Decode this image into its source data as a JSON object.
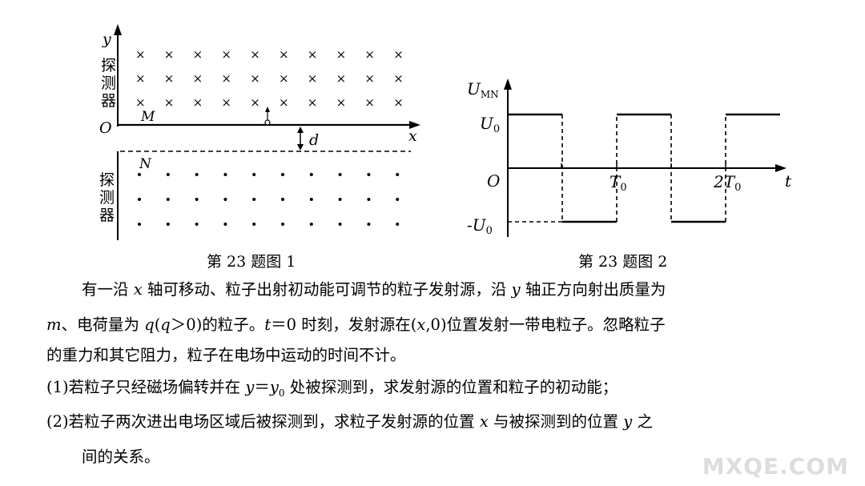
{
  "figure1": {
    "axis_y": "y",
    "axis_x": "x",
    "origin": "O",
    "plate_top": "M",
    "plate_bottom": "N",
    "gap_label": "d",
    "detector_top": "探测器",
    "detector_bottom": "探测器",
    "caption": "第 23 题图 1"
  },
  "figure2": {
    "y_axis_label": "U",
    "y_axis_sub": "MN",
    "u0": "U",
    "u0_sub": "0",
    "neg_u0": "-U",
    "neg_u0_sub": "0",
    "origin": "O",
    "t0": "T",
    "t0_sub": "0",
    "two_t0": "2T",
    "two_t0_sub": "0",
    "t_axis": "t",
    "caption": "第 23 题图 2"
  },
  "chart_data": {
    "type": "line",
    "title": "",
    "xlabel": "t",
    "ylabel": "UMN",
    "x_ticks": [
      "O",
      "T0",
      "2T0"
    ],
    "y_ticks": [
      "U0",
      "-U0"
    ],
    "series": [
      {
        "x": [
          0,
          0,
          0.5,
          0.5,
          1,
          1,
          1.5,
          1.5,
          2,
          2,
          2.5
        ],
        "y": [
          1,
          1,
          1,
          -1,
          -1,
          1,
          1,
          -1,
          -1,
          1,
          1
        ],
        "unit_x": "T0",
        "unit_y": "U0"
      }
    ]
  },
  "problem": {
    "p1_a": "有一沿 ",
    "p1_x": "x",
    "p1_b": " 轴可移动、粒子出射初动能可调节的粒子发射源，沿 ",
    "p1_y": "y",
    "p1_c": " 轴正方向射出质量为",
    "p2_m": "m",
    "p2_a": "、电荷量为 ",
    "p2_q": "q",
    "p2_b": "(",
    "p2_q2": "q",
    "p2_c": "＞0)的粒子。",
    "p2_t": "t",
    "p2_d": "＝0 时刻，发射源在(",
    "p2_x": "x",
    "p2_e": ",0)位置发射一带电粒子。忽略粒子",
    "p3": "的重力和其它阻力，粒子在电场中运动的时间不计。",
    "q1_a": "(1)若粒子只经磁场偏转并在 ",
    "q1_y": "y",
    "q1_b": "＝",
    "q1_y0": "y",
    "q1_sub": "0",
    "q1_c": " 处被探测到，求发射源的位置和粒子的初动能；",
    "q2_a": "(2)若粒子两次进出电场区域后被探测到，求粒子发射源的位置 ",
    "q2_x": "x",
    "q2_b": " 与被探测到的位置 ",
    "q2_y": "y",
    "q2_c": " 之",
    "q2_cont": "间的关系。"
  },
  "watermark": "MXQE.COM"
}
